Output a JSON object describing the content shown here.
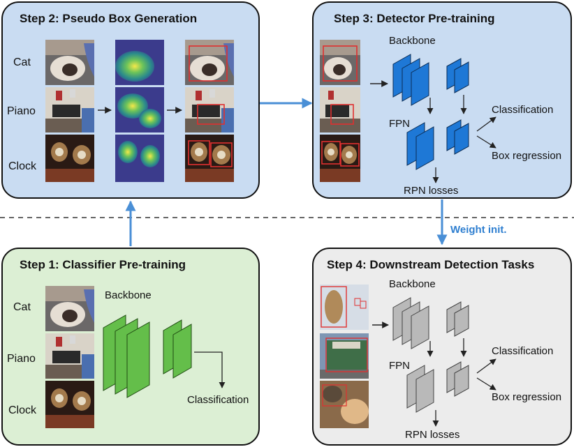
{
  "colors": {
    "panel_blue": "#c9dcf2",
    "panel_green": "#dcefd4",
    "panel_gray": "#ececec",
    "layer_blue": "#1e78d6",
    "layer_green": "#64be4a",
    "layer_gray": "#b9b9b9",
    "arrow_blue": "#4a8fd6",
    "bbox_red": "#e03030"
  },
  "step2": {
    "title": "Step 2: Pseudo Box Generation",
    "rows": [
      {
        "label": "Cat"
      },
      {
        "label": "Piano"
      },
      {
        "label": "Clock"
      }
    ]
  },
  "step3": {
    "title": "Step 3: Detector Pre-training",
    "backbone": "Backbone",
    "fpn": "FPN",
    "classification": "Classification",
    "box_regression": "Box regression",
    "rpn_losses": "RPN losses"
  },
  "step1": {
    "title": "Step 1: Classifier Pre-training",
    "rows": [
      {
        "label": "Cat"
      },
      {
        "label": "Piano"
      },
      {
        "label": "Clock"
      }
    ],
    "backbone": "Backbone",
    "classification": "Classification"
  },
  "step4": {
    "title": "Step 4: Downstream Detection Tasks",
    "backbone": "Backbone",
    "fpn": "FPN",
    "classification": "Classification",
    "box_regression": "Box regression",
    "rpn_losses": "RPN losses"
  },
  "weight_init": "Weight init."
}
